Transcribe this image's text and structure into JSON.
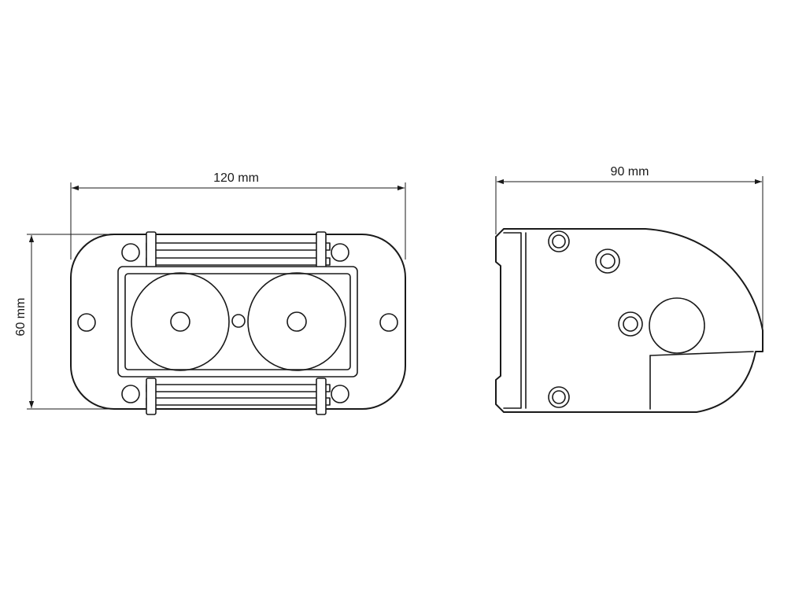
{
  "dimensions": {
    "front_width": "120 mm",
    "front_height": "60 mm",
    "side_depth": "90 mm"
  },
  "colors": {
    "line": "#1a1a1a",
    "background": "#ffffff"
  }
}
